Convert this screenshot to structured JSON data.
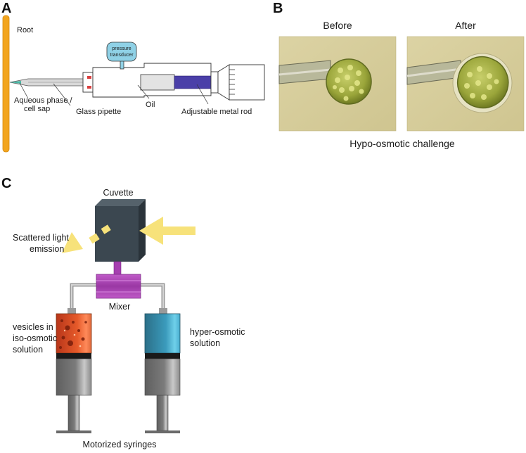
{
  "panels": {
    "a": {
      "letter": "A",
      "root_label": "Root",
      "pressure_transducer_line1": "pressure",
      "pressure_transducer_line2": "transducer",
      "aqueous_line1": "Aqueous phase /",
      "aqueous_line2": "cell sap",
      "glass_pipette": "Glass pipette",
      "oil": "Oil",
      "metal_rod": "Adjustable metal rod"
    },
    "b": {
      "letter": "B",
      "before": "Before",
      "after": "After",
      "caption": "Hypo-osmotic challenge"
    },
    "c": {
      "letter": "C",
      "cuvette": "Cuvette",
      "scattered_line1": "Scattered light",
      "scattered_line2": "emission",
      "mixer": "Mixer",
      "left_line1": "vesicles in",
      "left_line2": "iso-osmotic",
      "left_line3": "solution",
      "right_line1": "hyper-osmotic",
      "right_line2": "solution",
      "syringes": "Motorized syringes"
    }
  },
  "colors": {
    "root": "#f2a51f",
    "pipette_tip": "#48b9a6",
    "transducer": "#8fd1e6",
    "metal_rod": "#4a3fa8",
    "cuvette_front": "#3b4750",
    "cuvette_side": "#2a333a",
    "light_arrow": "#f7e27a",
    "mixer": "#a63fb0",
    "vesicle_solution": "#e65a2a",
    "hyper_solution": "#3b9bbc",
    "micro_bg": "#d6cc9a",
    "cell": "#9aa53a"
  }
}
